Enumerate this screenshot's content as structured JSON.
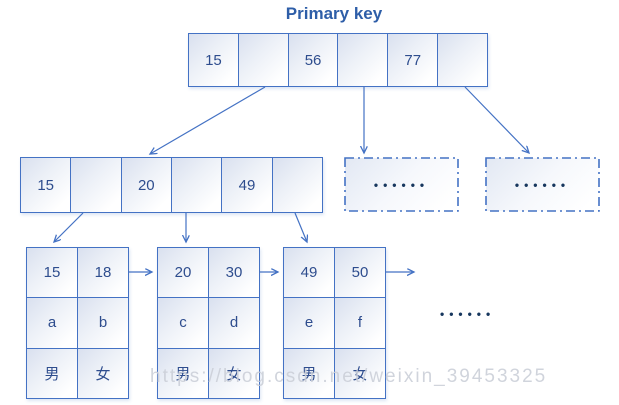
{
  "title": "Primary key",
  "watermark": "https://blog.csdn.net/weixin_39453325",
  "colors": {
    "border": "#4472C4",
    "cell_text": "#2E4D8E",
    "title_text": "#2E5EA8",
    "dots": "#17375E",
    "watermark": "#CCD0D9"
  },
  "root_node": {
    "cells": [
      "15",
      "",
      "56",
      "",
      "77",
      ""
    ]
  },
  "internal_node": {
    "cells": [
      "15",
      "",
      "20",
      "",
      "49",
      ""
    ]
  },
  "overflow_nodes": [
    {
      "dots": "••••••"
    },
    {
      "dots": "••••••"
    }
  ],
  "leaf_nodes": [
    {
      "cells": [
        "15",
        "18",
        "a",
        "b",
        "男",
        "女"
      ]
    },
    {
      "cells": [
        "20",
        "30",
        "c",
        "d",
        "男",
        "女"
      ]
    },
    {
      "cells": [
        "49",
        "50",
        "e",
        "f",
        "男",
        "女"
      ]
    }
  ],
  "ellipsis": "••••••"
}
